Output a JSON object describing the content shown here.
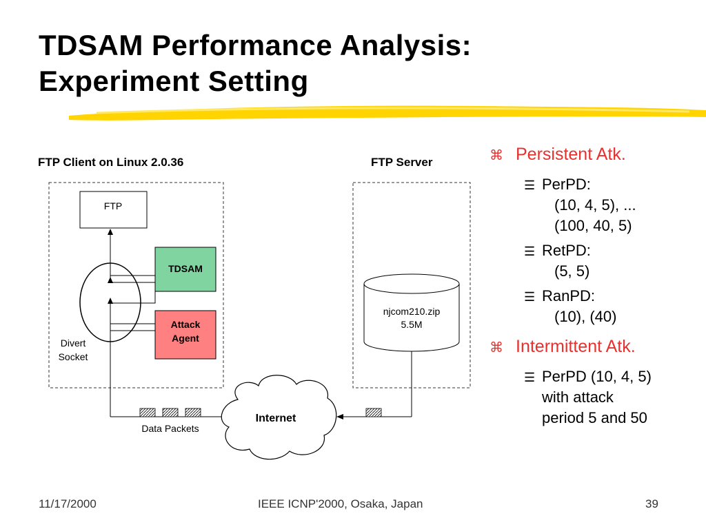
{
  "slide": {
    "title_line1": "TDSAM Performance Analysis:",
    "title_line2": "Experiment Setting"
  },
  "diagram": {
    "client_label": "FTP Client on Linux 2.0.36",
    "server_label": "FTP Server",
    "ftp_box": "FTP",
    "tdsam_box": "TDSAM",
    "attack_line1": "Attack",
    "attack_line2": "Agent",
    "divert_line1": "Divert",
    "divert_line2": "Socket",
    "file_line1": "njcom210.zip",
    "file_line2": "5.5M",
    "internet": "Internet",
    "packets_label": "Data Packets",
    "colors": {
      "tdsam": "#7fd4a0",
      "attack": "#ff8080"
    }
  },
  "bullets": {
    "persistent": "Persistent Atk.",
    "perpd_head": "PerPD:",
    "perpd_v1": "(10, 4, 5), ...",
    "perpd_v2": "(100, 40, 5)",
    "retpd_head": "RetPD:",
    "retpd_v1": "(5, 5)",
    "ranpd_head": "RanPD:",
    "ranpd_v1": "(10), (40)",
    "intermittent": "Intermittent Atk.",
    "inter_text": "PerPD (10, 4, 5) with attack period 5 and 50"
  },
  "footer": {
    "date": "11/17/2000",
    "conference": "IEEE ICNP'2000, Osaka, Japan",
    "page": "39"
  }
}
